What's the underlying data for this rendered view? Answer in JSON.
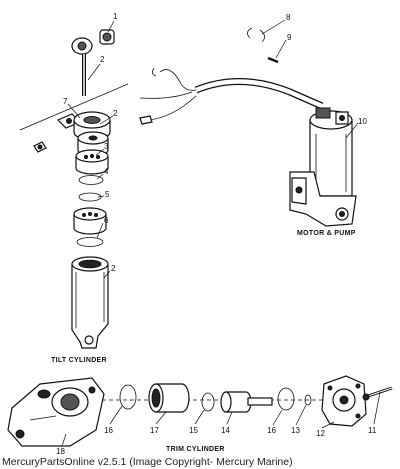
{
  "captions": {
    "motor_pump": "MOTOR & PUMP",
    "tilt_cylinder": "TILT CYLINDER",
    "trim_cylinder": "TRIM CYLINDER"
  },
  "callouts": {
    "c1": "1",
    "c2_rod": "2",
    "c7": "7",
    "c2_cap": "2",
    "c3": "3",
    "c4": "4",
    "c5": "5",
    "c6": "6",
    "c2_tube": "2",
    "c8": "8",
    "c9": "9",
    "c10": "10",
    "c18": "18",
    "c16_left": "16",
    "c17": "17",
    "c15": "15",
    "c14": "14",
    "c16_right": "16",
    "c13": "13",
    "c12": "12",
    "c11": "11"
  },
  "footer": "MercuryPartsOnline v2.5.1 (Image Copyright- Mercury Marine)"
}
